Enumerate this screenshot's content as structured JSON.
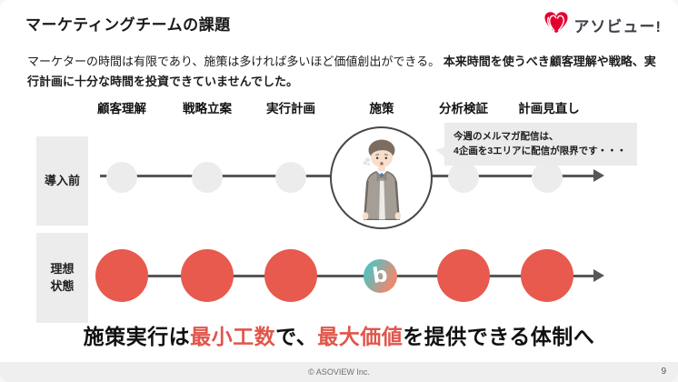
{
  "title": "マーケティングチームの課題",
  "brand": {
    "name": "アソビュー!",
    "logo_letter": "b",
    "heart_color": "#e3002f"
  },
  "intro": {
    "normal": "マーケターの時間は有限であり、施策は多ければ多いほど価値創出ができる。 ",
    "bold": "本来時間を使うべき顧客理解や戦略、実行計画に十分な時間を投資できていませんでした。"
  },
  "diagram": {
    "columns": [
      "顧客理解",
      "戦略立案",
      "実行計画",
      "施策",
      "分析検証",
      "計画見直し"
    ],
    "rows": [
      {
        "label": "導入前",
        "nodes": [
          "small-gray-dot",
          "small-gray-dot",
          "small-gray-dot",
          "tired-marketer-illustration",
          "small-gray-dot",
          "small-gray-dot"
        ]
      },
      {
        "label": "理想\n状態",
        "nodes": [
          "large-red-dot",
          "large-red-dot",
          "large-red-dot",
          "asoview-b-logo",
          "large-red-dot",
          "large-red-dot"
        ]
      }
    ],
    "speech_bubble": {
      "line1": "今週のメルマガ配信は、",
      "line2": "4企画を3エリアに配信が限界です・・・"
    },
    "colors": {
      "before_node": "#ececec",
      "ideal_node": "#e8594e",
      "line": "#575757",
      "label_box": "#ececec"
    }
  },
  "statement": {
    "seg1": "施策実行は",
    "seg2": "最小工数",
    "seg3": "で、",
    "seg4": "最大価値",
    "seg5": "を提供できる体制へ",
    "highlight_color": "#e0564b"
  },
  "footer": {
    "copyright": "© ASOVIEW Inc.",
    "page": "9"
  }
}
